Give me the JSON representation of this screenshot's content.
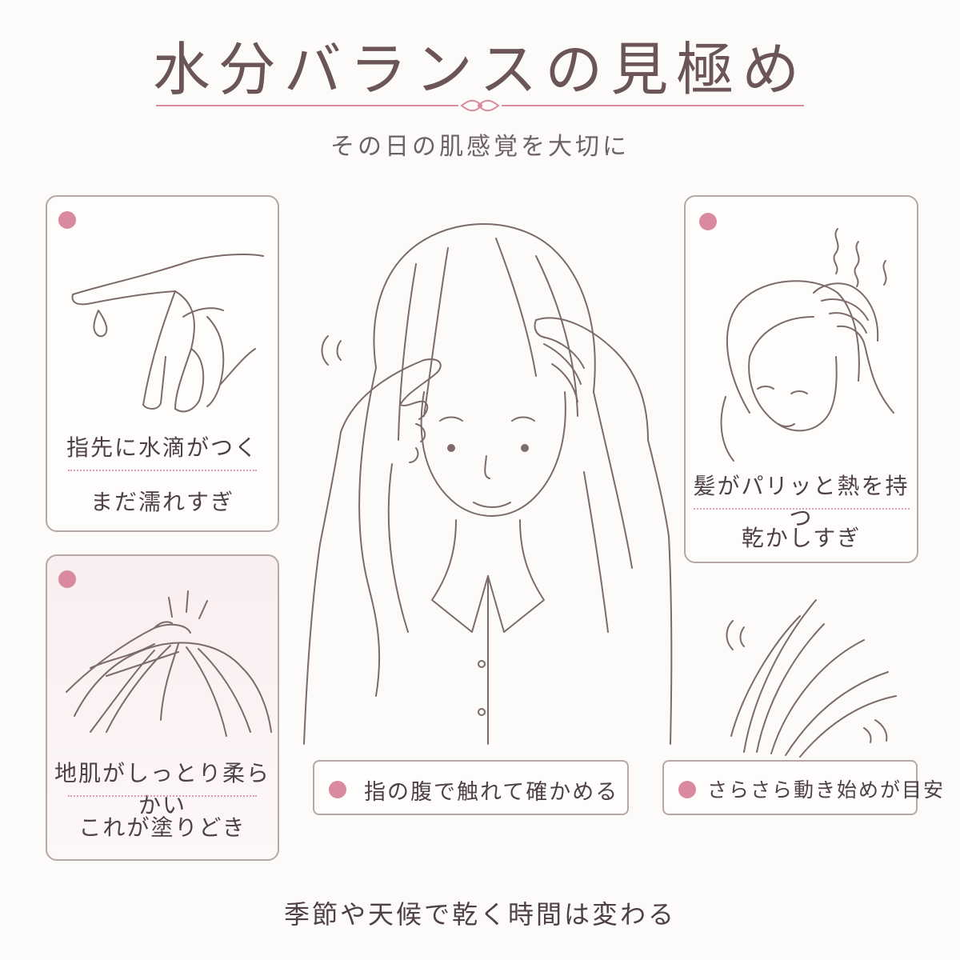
{
  "header": {
    "title": "水分バランスの見極め",
    "subtitle": "その日の肌感覚を大切に"
  },
  "cards": {
    "wet": {
      "title": "指先に水滴がつく",
      "note": "まだ濡れすぎ"
    },
    "ideal": {
      "title": "地肌がしっとり柔らかい",
      "note": "これが塗りどき"
    },
    "dry": {
      "title": "髪がパリッと熱を持つ",
      "note": "乾かしすぎ"
    }
  },
  "tips": {
    "touch": "指の腹で触れて確かめる",
    "move": "さらさら動き始めが目安"
  },
  "footer": {
    "text": "季節や天候で乾く時間は変わる"
  },
  "colors": {
    "accent": "#d98aa0",
    "border": "#b7a7a9",
    "line": "#7d6a6c",
    "title": "#6b5558"
  }
}
